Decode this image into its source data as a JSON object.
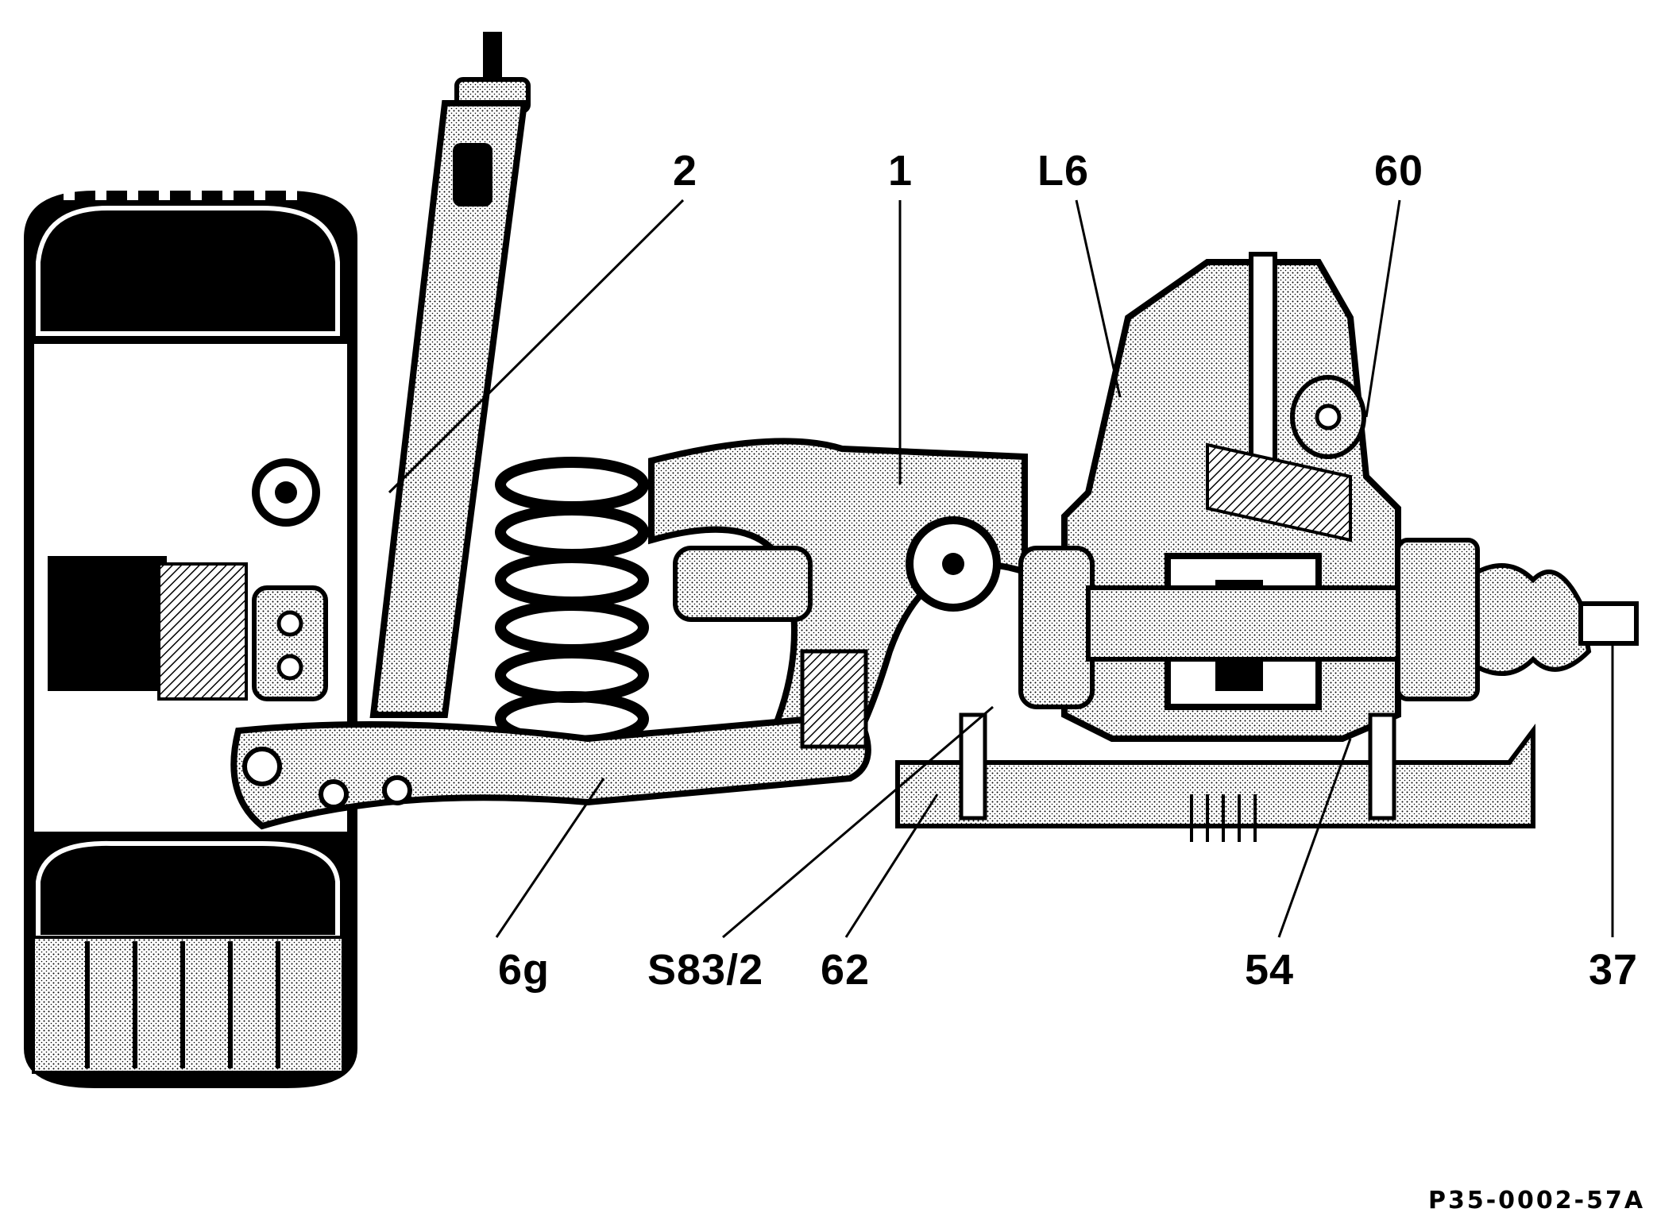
{
  "figure": {
    "reference_code": "P35-0002-57A",
    "ink_color": "#000000",
    "paper_color": "#ffffff",
    "callouts": [
      {
        "id": "c1",
        "label": "1"
      },
      {
        "id": "c2",
        "label": "2"
      },
      {
        "id": "cL6",
        "label": "L6"
      },
      {
        "id": "c60",
        "label": "60"
      },
      {
        "id": "c6g",
        "label": "6g"
      },
      {
        "id": "cS83",
        "label": "S83/2"
      },
      {
        "id": "c62",
        "label": "62"
      },
      {
        "id": "c54",
        "label": "54"
      },
      {
        "id": "c37",
        "label": "37"
      }
    ],
    "components": [
      "tire",
      "wheel-hub",
      "shock-absorber",
      "coil-spring",
      "rear-axle-carrier",
      "semi-trailing-arm",
      "differential-housing",
      "drive-shaft",
      "boot"
    ]
  }
}
